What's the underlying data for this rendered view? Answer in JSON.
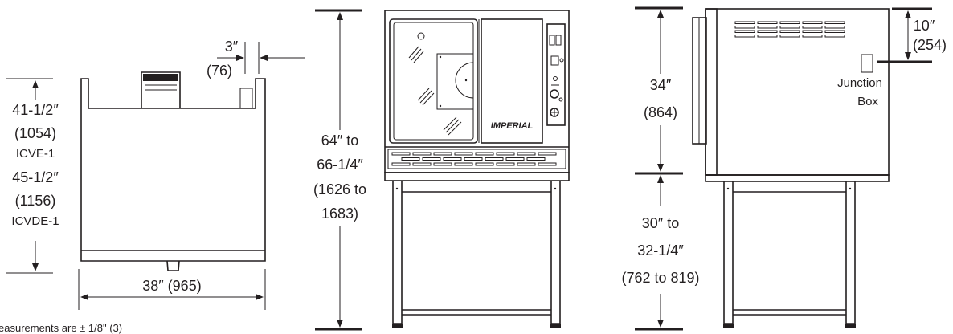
{
  "top_view": {
    "depth_label_1": "41-1/2″",
    "depth_mm_1": "(1054)",
    "depth_model_1": "ICVE-1",
    "depth_label_2": "45-1/2″",
    "depth_mm_2": "(1156)",
    "depth_model_2": "ICVDE-1",
    "width_label": "38″ (965)",
    "clearance_label": "3″",
    "clearance_mm": "(76)"
  },
  "front_view": {
    "height_line_1": "64″ to",
    "height_line_2": "66-1/4″",
    "height_line_3": "(1626 to",
    "height_line_4": "1683)",
    "brand": "IMPERIAL"
  },
  "side_view": {
    "oven_height": "34″",
    "oven_height_mm": "(864)",
    "leg_line_1": "30″ to",
    "leg_line_2": "32-1/4″",
    "leg_line_3": "(762 to 819)",
    "junction_offset": "10″",
    "junction_offset_mm": "(254)",
    "junction_line_1": "Junction",
    "junction_line_2": "Box"
  },
  "footnote": "easurements are ± 1/8\" (3)"
}
